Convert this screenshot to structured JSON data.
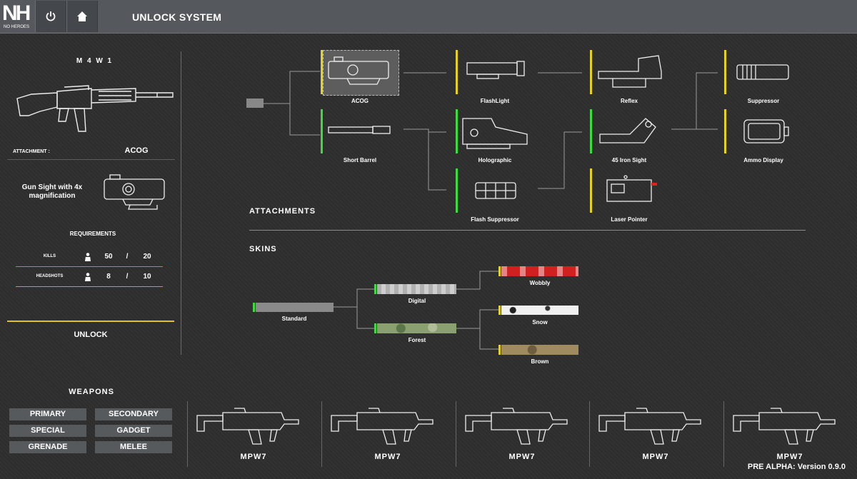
{
  "app": {
    "logo_text": "NH",
    "logo_sub": "NO HEROES",
    "title": "UNLOCK SYSTEM",
    "version": "PRE ALPHA: Version 0.9.0"
  },
  "left_panel": {
    "weapon_name": "M 4 W 1",
    "attachment_label": "ATTACHMENT :",
    "attachment_value": "ACOG",
    "description": "Gun Sight with 4x magnification",
    "requirements_title": "REQUIREMENTS",
    "requirements": [
      {
        "label": "KILLS",
        "current": "50",
        "sep": "/",
        "required": "20",
        "color": "#3cc83c"
      },
      {
        "label": "HEADSHOTS",
        "current": "8",
        "sep": "/",
        "required": "10",
        "color": "#c8a020"
      }
    ],
    "unlock_label": "UNLOCK"
  },
  "attachments": {
    "section_label": "ATTACHMENTS",
    "nodes": [
      {
        "label": "ACOG",
        "bar_color": "#e6d21e",
        "icon": "acog-icon"
      },
      {
        "label": "FlashLight",
        "bar_color": "#e6d21e",
        "icon": "flashlight-icon"
      },
      {
        "label": "Reflex",
        "bar_color": "#e6d21e",
        "icon": "reflex-sight-icon"
      },
      {
        "label": "Suppressor",
        "bar_color": "#e6d21e",
        "icon": "suppressor-icon"
      },
      {
        "label": "Short Barrel",
        "bar_color": "#3cdc3c",
        "icon": "short-barrel-icon"
      },
      {
        "label": "Holographic",
        "bar_color": "#3cdc3c",
        "icon": "holographic-sight-icon"
      },
      {
        "label": "45 Iron Sight",
        "bar_color": "#3cdc3c",
        "icon": "iron-sight-icon"
      },
      {
        "label": "Ammo Display",
        "bar_color": "#e6d21e",
        "icon": "ammo-display-icon"
      },
      {
        "label": "Flash Suppressor",
        "bar_color": "#3cdc3c",
        "icon": "flash-suppressor-icon"
      },
      {
        "label": "Laser Pointer",
        "bar_color": "#e6d21e",
        "icon": "laser-pointer-icon"
      }
    ]
  },
  "skins": {
    "section_label": "SKINS",
    "nodes": [
      {
        "label": "Standard",
        "bar_color": "#3cdc3c",
        "swatch": "#8a8a8a"
      },
      {
        "label": "Digital",
        "bar_color": "#3cdc3c",
        "swatch": "#c8c8c8"
      },
      {
        "label": "Forest",
        "bar_color": "#3cdc3c",
        "swatch": "#8aa070"
      },
      {
        "label": "Wobbly",
        "bar_color": "#e6d21e",
        "swatch": "#d02020"
      },
      {
        "label": "Snow",
        "bar_color": "#e6d21e",
        "swatch": "#f0f0f0"
      },
      {
        "label": "Brown",
        "bar_color": "#e6d21e",
        "swatch": "#a08a60"
      }
    ]
  },
  "weapons": {
    "title": "WEAPONS",
    "categories": [
      "PRIMARY",
      "SECONDARY",
      "SPECIAL",
      "GADGET",
      "GRENADE",
      "MELEE"
    ],
    "cards": [
      "MPW7",
      "MPW7",
      "MPW7",
      "MPW7",
      "MPW7"
    ]
  }
}
